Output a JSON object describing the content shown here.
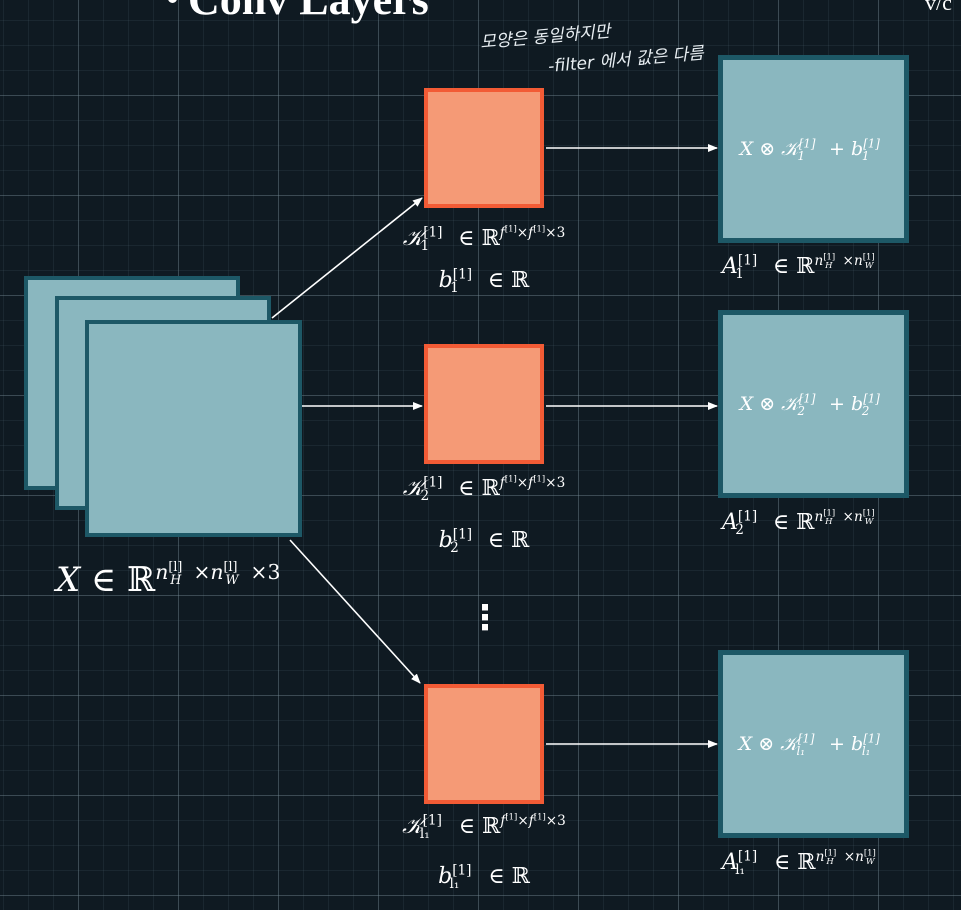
{
  "title": "Conv Layers",
  "corner_mark": "v/c",
  "handnote": {
    "line1": "모양은 동일하지만",
    "line2": "-filter 에서 값은 다름"
  },
  "input": {
    "symbol": "X",
    "set": "∈ ℝ",
    "exp": "n_H^[l]×n_W^[l]×3",
    "exp_h_base": "n",
    "exp_h_sub": "H",
    "exp_h_sup": "[l]",
    "exp_times": "×",
    "exp_w_base": "n",
    "exp_w_sub": "W",
    "exp_w_sup": "[l]",
    "exp_channels": "×3"
  },
  "filters": [
    {
      "k_sub": "1",
      "b_sub": "1",
      "kernel_text": "𝒦_1^[1] ∈ ℝ^{f[1]×f[1]×3}",
      "bias_text": "b_1^[1] ∈ ℝ"
    },
    {
      "k_sub": "2",
      "b_sub": "2",
      "kernel_text": "𝒦_2^[1] ∈ ℝ^{f[1]×f[1]×3}",
      "bias_text": "b_2^[1] ∈ ℝ"
    },
    {
      "k_sub": "l₁",
      "b_sub": "l₁",
      "kernel_text": "𝒦_l1^[1] ∈ ℝ^{f[1]×f[1]×3}",
      "bias_text": "b_l1^[1] ∈ ℝ"
    }
  ],
  "kernel_symbol": "𝒦",
  "layer_sup": "[1]",
  "kernel_set": "∈ ℝ",
  "kernel_exp": "f[1]×f[1]×3",
  "kernel_exp_f": "f",
  "kernel_exp_times": "×",
  "kernel_exp_tail": "×3",
  "bias_symbol": "b",
  "bias_set": "∈ ℝ",
  "outputs": [
    {
      "sub": "1",
      "expr": "X ⊗ 𝒦_1^[1] + b_1^[1]",
      "label": "A_1^[1] ∈ ℝ^{n_H^[1]×n_W^[1]}"
    },
    {
      "sub": "2",
      "expr": "X ⊗ 𝒦_2^[1] + b_2^[1]",
      "label": "A_2^[1] ∈ ℝ^{n_H^[1]×n_W^[1]}"
    },
    {
      "sub": "l₁",
      "expr": "X ⊗ 𝒦_l1^[1] + b_l1^[1]",
      "label": "A_l1^[1] ∈ ℝ^{n_H^[1]×n_W^[1]}"
    }
  ],
  "otimes": "⊗",
  "plus": "+",
  "act_symbol": "A",
  "act_set": "∈ ℝ",
  "act_exp_n": "n",
  "act_exp_H": "H",
  "act_exp_W": "W",
  "act_exp_times": "×",
  "ellipsis": "⋮",
  "colors": {
    "background": "#0f1a22",
    "input_fill": "#8ab7bf",
    "input_border": "#1d5866",
    "filter_fill": "#f59a76",
    "filter_border": "#f25b35",
    "arrow": "#ffffff"
  }
}
